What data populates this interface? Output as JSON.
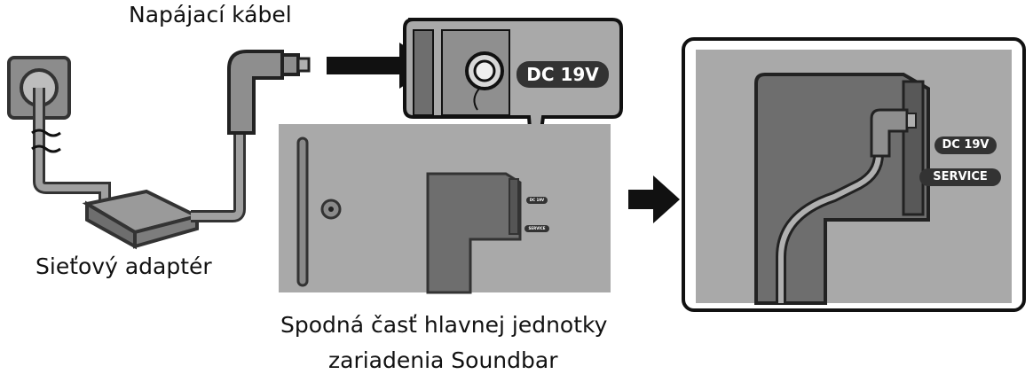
{
  "labels": {
    "power_cable": "Napájací kábel",
    "power_adapter": "Sieťový adaptér",
    "unit_bottom_line1": "Spodná časť hlavnej jednotky",
    "unit_bottom_line2": "zariadenia Soundbar"
  },
  "ports": {
    "dc": "DC 19V",
    "service": "SERVICE"
  },
  "colors": {
    "panel_gray": "#a9a9a9",
    "dark_gray": "#6e6e6e",
    "pill_bg": "#333333",
    "cable_gray": "#9a9a9a",
    "arrow": "#111111"
  }
}
